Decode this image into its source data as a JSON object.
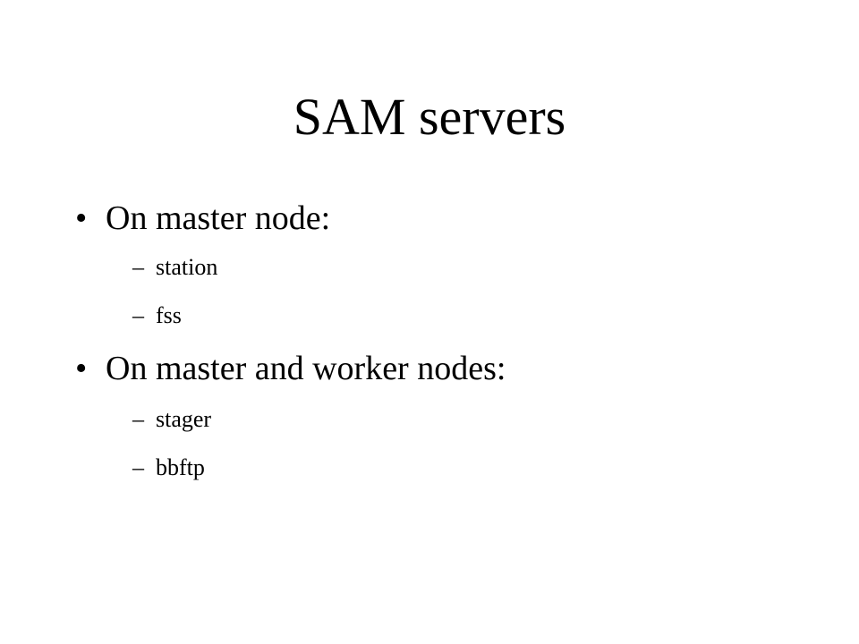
{
  "slide": {
    "title": "SAM servers",
    "bullets": [
      {
        "marker": "•",
        "text": "On master node:",
        "subitems": [
          {
            "marker": "–",
            "text": "station"
          },
          {
            "marker": "–",
            "text": "fss"
          }
        ]
      },
      {
        "marker": "•",
        "text": "On master and worker nodes:",
        "subitems": [
          {
            "marker": "–",
            "text": "stager"
          },
          {
            "marker": "–",
            "text": "bbftp"
          }
        ]
      }
    ]
  }
}
